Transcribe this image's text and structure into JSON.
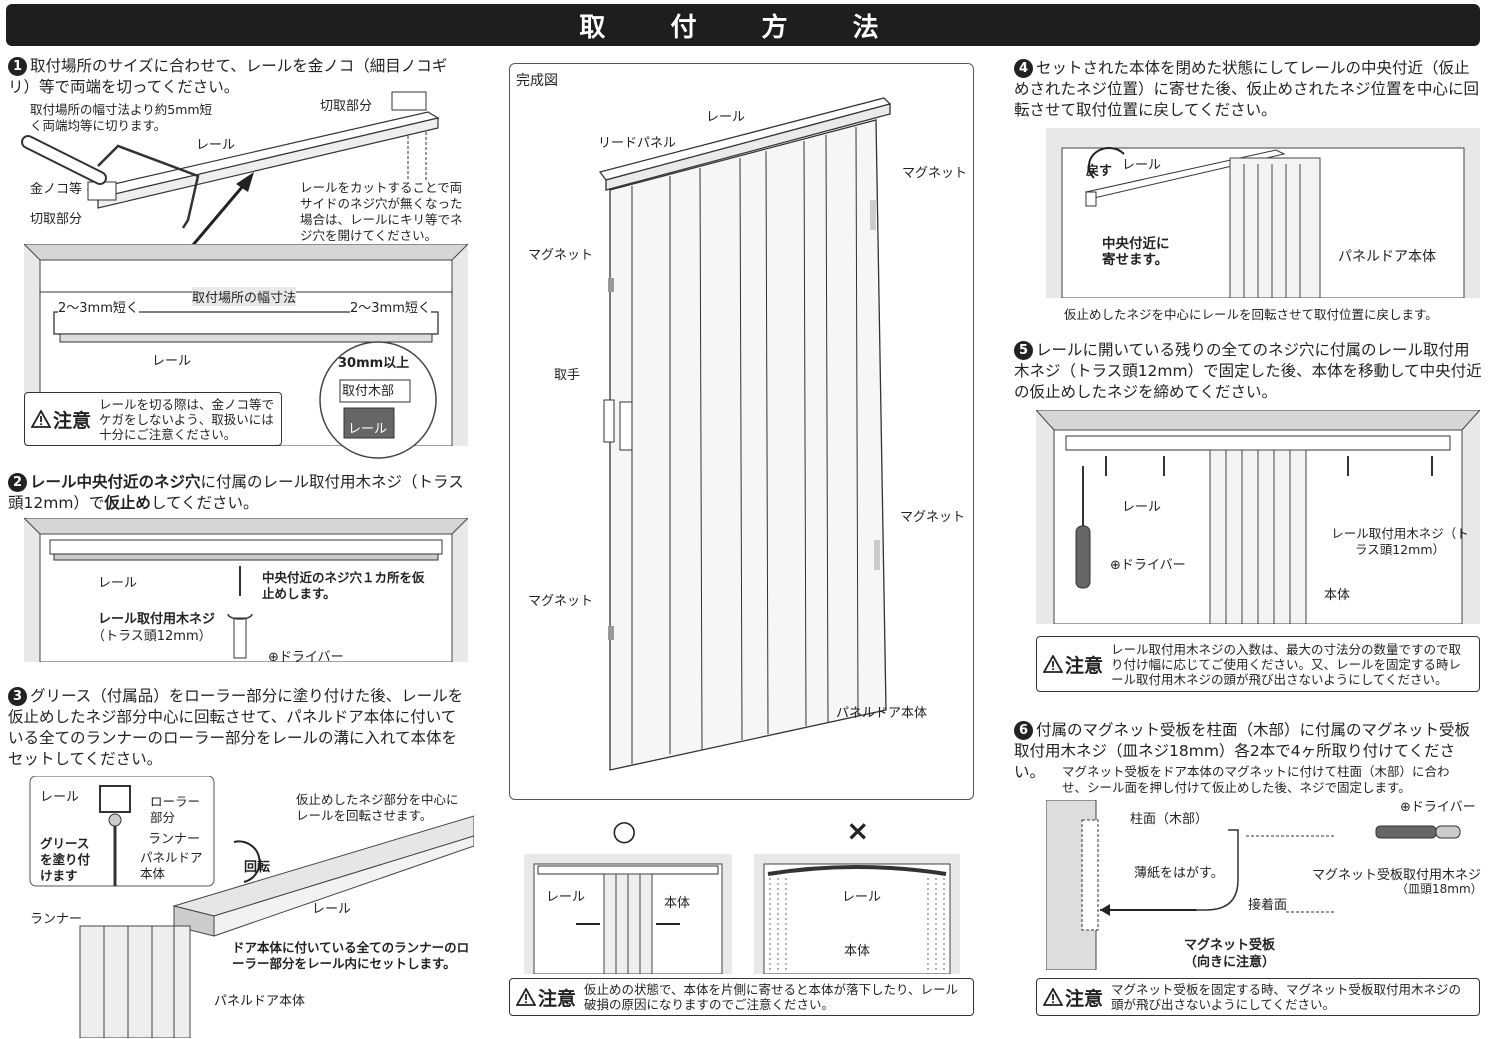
{
  "title": "取 付 方 法",
  "step1": {
    "num": "1",
    "text": "取付場所のサイズに合わせて、レールを金ノコ（細目ノコギリ）等で両端を切ってください。",
    "note_cut": "取付場所の幅寸法より約5mm短く両端均等に切ります。",
    "label_rail": "レール",
    "label_saw": "金ノコ等",
    "label_cut_left": "切取部分",
    "label_cut_right": "切取部分",
    "label_width_minus": "取付場所の幅寸法㊀5mm",
    "note_hole": "レールをカットすることで両サイドのネジ穴が無くなった場合は、レールにキリ等でネジ穴を開けてください。",
    "dim_left": "2〜3mm短く",
    "dim_center": "取付場所の幅寸法",
    "dim_right": "2〜3mm短く",
    "label_rail_bottom": "レール",
    "inset_30": "30mm以上",
    "inset_wood": "取付木部",
    "inset_rail": "レール",
    "caution_head": "注意",
    "caution_text": "レールを切る際は、金ノコ等でケガをしないよう、取扱いには十分にご注意ください。"
  },
  "step2": {
    "num": "2",
    "text_bold": "レール中央付近のネジ穴",
    "text_mid": "に付属のレール取付用木ネジ（トラス頭12mm）で",
    "text_bold2": "仮止め",
    "text_end": "してください。",
    "label_rail": "レール",
    "label_screw": "中央付近のネジ穴１カ所を仮止めします。",
    "label_wood_screw": "レール取付用木ネジ",
    "label_truss": "（トラス頭12mm）",
    "label_driver": "⊕ドライバー"
  },
  "step3": {
    "num": "3",
    "text": "グリース（付属品）をローラー部分に塗り付けた後、レールを仮止めしたネジ部分中心に回転させて、パネルドア本体に付いている全てのランナーのローラー部分をレールの溝に入れて本体をセットしてください。",
    "label_rail": "レール",
    "label_roller": "ローラー部分",
    "label_runner": "ランナー",
    "label_grease": "グリースを塗り付けます",
    "label_panel_body": "パネルドア本体",
    "label_runner2": "ランナー",
    "label_rotate_note": "仮止めしたネジ部分を中心にレールを回転させます。",
    "label_rotate": "回転",
    "label_rail2": "レール",
    "label_set": "ドア本体に付いている全てのランナーのローラー部分をレール内にセットします。",
    "label_panel": "パネルドア本体"
  },
  "complete": {
    "title": "完成図",
    "rail": "レール",
    "lead_panel": "リードパネル",
    "magnet_tr": "マグネット",
    "magnet_l1": "マグネット",
    "handle": "取手",
    "magnet_r2": "マグネット",
    "magnet_l2": "マグネット",
    "panel_body": "パネルドア本体"
  },
  "bottom_center": {
    "ok": "○",
    "ng": "×",
    "ok_rail": "レール",
    "ok_body": "本体",
    "ng_rail": "レール",
    "ng_body": "本体",
    "caution_head": "注意",
    "caution_text": "仮止めの状態で、本体を片側に寄せると本体が落下したり、レール破損の原因になりますのでご注意ください。"
  },
  "step4": {
    "num": "4",
    "text": "セットされた本体を閉めた状態にしてレールの中央付近（仮止めされたネジ位置）に寄せた後、仮止めされたネジ位置を中心に回転させて取付位置に戻してください。",
    "label_back": "戻す",
    "label_rail": "レール",
    "label_center": "中央付近に寄せます。",
    "label_panel": "パネルドア本体",
    "caption": "仮止めしたネジを中心にレールを回転させて取付位置に戻します。"
  },
  "step5": {
    "num": "5",
    "text": "レールに開いている残りの全てのネジ穴に付属のレール取付用木ネジ（トラス頭12mm）で固定した後、本体を移動して中央付近の仮止めしたネジを締めてください。",
    "label_rail": "レール",
    "label_driver": "⊕ドライバー",
    "label_screw": "レール取付用木ネジ（トラス頭12mm）",
    "label_body": "本体",
    "caution_head": "注意",
    "caution_text": "レール取付用木ネジの入数は、最大の寸法分の数量ですので取り付け幅に応じてご使用ください。又、レールを固定する時レール取付用木ネジの頭が飛び出さないようにしてください。"
  },
  "step6": {
    "num": "6",
    "text": "付属のマグネット受板を柱面（木部）に付属のマグネット受板取付用木ネジ（皿ネジ18mm）各2本で4ヶ所取り付けてください。",
    "note": "マグネット受板をドア本体のマグネットに付けて柱面（木部）に合わせ、シール面を押し付けて仮止めした後、ネジで固定します。",
    "label_pillar": "柱面（木部）",
    "label_driver": "⊕ドライバー",
    "label_peel": "薄紙をはがす。",
    "label_screw": "マグネット受板取付用木ネジ",
    "label_screw2": "（皿頭18mm）",
    "label_adhesive": "接着面",
    "label_plate": "マグネット受板",
    "label_orient": "（向きに注意）",
    "caution_head": "注意",
    "caution_text": "マグネット受板を固定する時、マグネット受板取付用木ネジの頭が飛び出さないようにしてください。"
  }
}
